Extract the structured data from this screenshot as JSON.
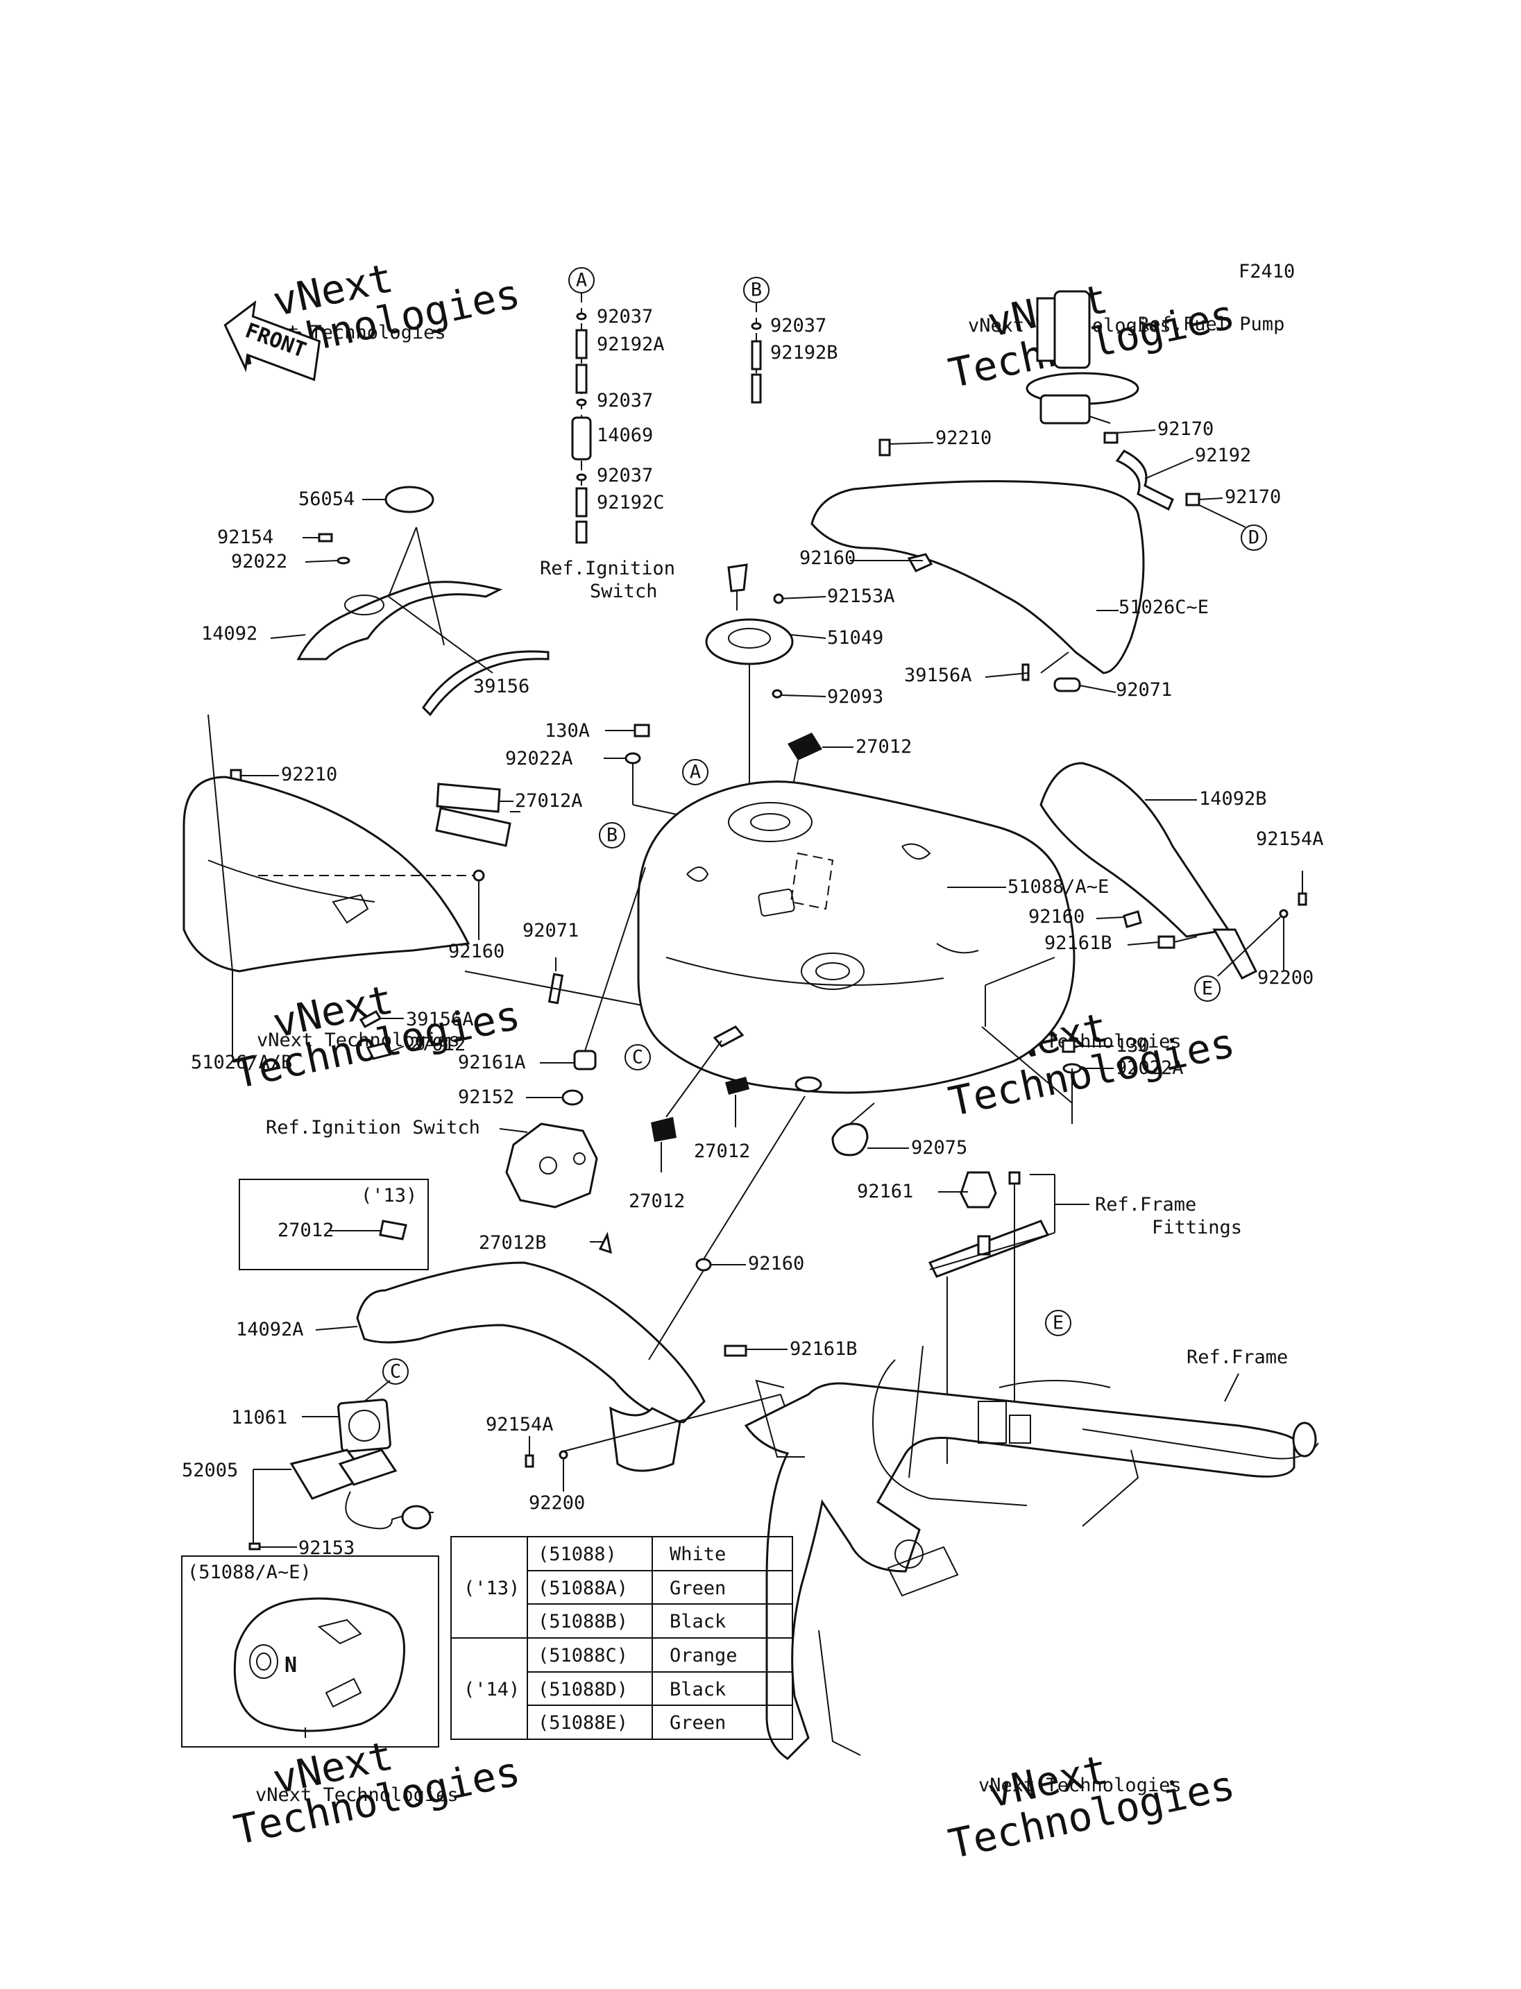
{
  "figure_id": "F2410",
  "watermark": {
    "line1": "vNext",
    "line2": "Technologies",
    "caption": "vNext Technologies"
  },
  "front_marker": "FRONT",
  "references": {
    "fuel_pump": "Ref.Fuel Pump",
    "ignition_switch_top": "Ref.Ignition\nSwitch",
    "ignition_switch_left": "Ref.Ignition Switch",
    "frame_fittings": "Ref.Frame\nFittings",
    "frame": "Ref.Frame"
  },
  "callout_letters": [
    "A",
    "B",
    "C",
    "D",
    "E"
  ],
  "part_labels": [
    "92037",
    "92192A",
    "92037",
    "14069",
    "92037",
    "92192C",
    "92037",
    "92192B",
    "92170",
    "92192",
    "92170",
    "92210",
    "92160",
    "51026C~E",
    "39156A",
    "92071",
    "92153A",
    "51049",
    "92093",
    "56054",
    "92154",
    "92022",
    "14092",
    "39156",
    "92210",
    "27012A",
    "130A",
    "92022A",
    "27012",
    "14092B",
    "92154A",
    "92160",
    "92161B",
    "92200",
    "51088/A~E",
    "92160",
    "92071",
    "39156A",
    "27012",
    "51026/A/B",
    "92161A",
    "92152",
    "27012",
    "27012",
    "130",
    "92022A",
    "92075",
    "92161",
    "27012B",
    "92160",
    "14092A",
    "92161B",
    "11061",
    "52005",
    "92153",
    "92154A",
    "92200"
  ],
  "inset_13": {
    "year": "('13)",
    "part": "27012"
  },
  "inset_tank": {
    "title": "(51088/A~E)",
    "emblem": "N"
  },
  "color_table": {
    "groups": [
      {
        "year": "('13)",
        "rows": [
          {
            "part": "(51088)",
            "color": "White"
          },
          {
            "part": "(51088A)",
            "color": "Green"
          },
          {
            "part": "(51088B)",
            "color": "Black"
          }
        ]
      },
      {
        "year": "('14)",
        "rows": [
          {
            "part": "(51088C)",
            "color": "Orange"
          },
          {
            "part": "(51088D)",
            "color": "Black"
          },
          {
            "part": "(51088E)",
            "color": "Green"
          }
        ]
      }
    ]
  }
}
